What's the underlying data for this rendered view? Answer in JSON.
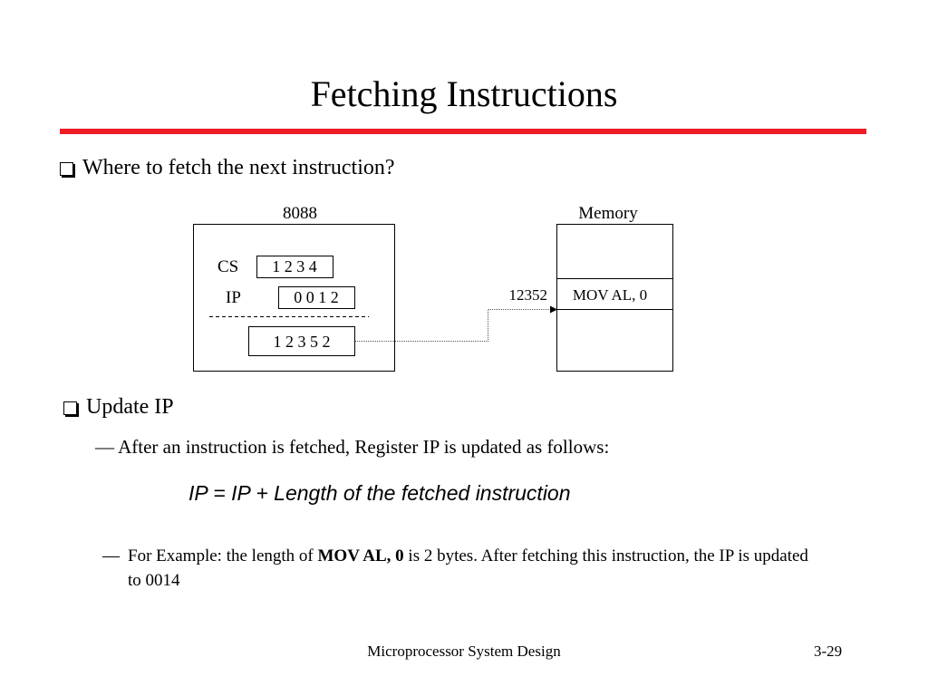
{
  "slide": {
    "title": "Fetching Instructions",
    "accent_color": "#ee1c25",
    "bullet1": "Where to fetch the next instruction?",
    "bullet2": "Update IP",
    "sub1": "— After an instruction is fetched, Register IP is updated as follows:",
    "formula": "IP = IP + Length of the fetched instruction",
    "example": {
      "dash": "—",
      "prefix": "For Example: the length of ",
      "bold": "MOV AL, 0",
      "suffix": " is 2 bytes. After fetching this instruction, the IP is updated to 0014"
    }
  },
  "diagram": {
    "cpu_label": "8088",
    "memory_label": "Memory",
    "cs_label": "CS",
    "cs_value": "1 2 3 4",
    "ip_label": "IP",
    "ip_value": "0 0 1 2",
    "sum_value": "1 2 3 5 2",
    "address": "12352",
    "memory_cell": "MOV AL, 0"
  },
  "footer": {
    "course": "Microprocessor System Design",
    "page": "3-29"
  }
}
